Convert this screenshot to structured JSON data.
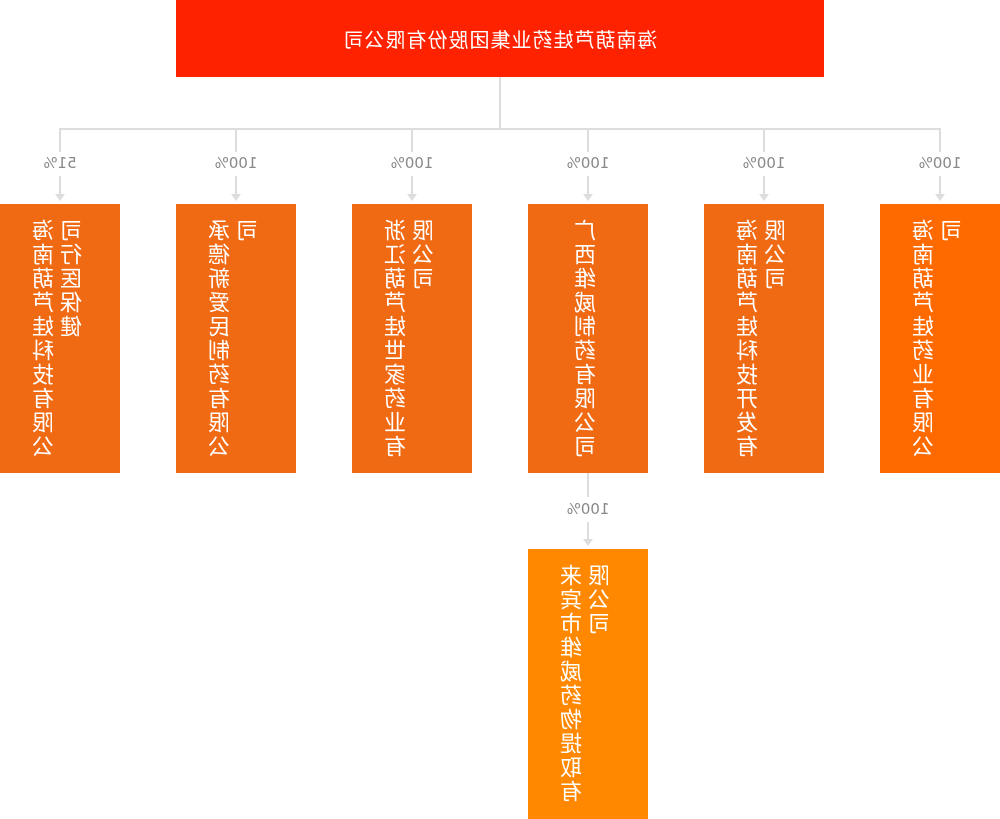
{
  "parent": {
    "name": "海南葫芦娃药业集团股份有限公司"
  },
  "children": [
    {
      "name": "海南葫芦娃药业有限公司",
      "share": "100%",
      "color": "#ff6a00"
    },
    {
      "name": "海南葫芦娃科技开发有限公司",
      "share": "100%",
      "color": "#f06a14"
    },
    {
      "name": "广西维威制药有限公司",
      "share": "100%",
      "color": "#f06a14"
    },
    {
      "name": "浙江葫芦娃世家药业有限公司",
      "share": "100%",
      "color": "#f06a14"
    },
    {
      "name": "承德新爱民制药有限公司",
      "share": "100%",
      "color": "#f06a14"
    },
    {
      "name": "海南葫芦娃科技有限公司行医保健",
      "share": "51%",
      "color": "#f06a14"
    }
  ],
  "grandchild": {
    "name": "来宾市维威药物提取有限公司",
    "share": "100%",
    "parent": "广西维威制药有限公司",
    "color": "#ff8800"
  }
}
